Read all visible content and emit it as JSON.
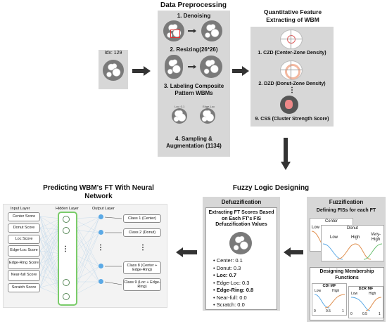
{
  "input_wafer": {
    "label": "Idx: 129"
  },
  "preprocessing": {
    "title": "Data Preprocessing",
    "steps": [
      "1. Denoising",
      "2. Resizing(26*26)",
      "3. Labeling Composite Pattern WBMs",
      "4. Sampling & Augmentation (1134)"
    ],
    "labeling_captions": [
      "Loc: 0.1",
      "Edge-Loc"
    ]
  },
  "feature_extraction": {
    "title": "Quantitative Feature Extracting of WBM",
    "items": [
      "1. CZD (Center-Zone Density)",
      "2. DZD (Donut-Zone Density)",
      "9. CSS (Cluster Strength Score)"
    ],
    "ellipsis": "⋮"
  },
  "fuzzy": {
    "title": "Fuzzy Logic Designing",
    "defuzz_title": "Defuzzification",
    "defuzz_subtitle": "Extracting FT Scores Based on Each FT's FIS Defuzzification Values",
    "scores": [
      "Center: 0.1",
      "Donut: 0.3",
      "Loc: 0.7",
      "Edge-Loc: 0.3",
      "Edge-Ring: 0.8",
      "Near-full: 0.0",
      "Scratch: 0.0"
    ],
    "fuzz_title": "Fuzzification",
    "fuzz_subtitle": "Defining FISs for each FT",
    "center_label": "Center",
    "donut_label": "Donut",
    "mf_labels": [
      "Low",
      "Low",
      "High",
      "Very-High"
    ],
    "membership_title": "Designing Membership Functions",
    "cdi_title": "CDI MF",
    "dzr_title": "DZR MF",
    "mf_small": [
      "Low",
      "High",
      "Low",
      "High"
    ],
    "axis_ticks": [
      "0",
      "0.5",
      "1",
      "0",
      "0.5",
      "1"
    ]
  },
  "nn": {
    "title": "Predicting WBM's FT With Neural Network",
    "input_layer": "Input Layer",
    "hidden_layer": "Hidden Layer",
    "output_layer": "Output Layer",
    "inputs": [
      "Center Score",
      "Donut Score",
      "Loc Score",
      "Edge-Loc Score",
      "Edge-Ring Score",
      "Near-full Score",
      "Scratch Score"
    ],
    "outputs": [
      "Class 1 (Center)",
      "Class 2 (Donut)",
      "Class 8 (Center + Edge-Ring)",
      "Class 9 (Loc + Edge-Ring)"
    ],
    "dots": "⋮"
  },
  "colors": {
    "panel": "#d7d7d7",
    "arrow": "#333333",
    "nn_node": "#5aa9e6",
    "hidden_box": "#7acc6a"
  }
}
